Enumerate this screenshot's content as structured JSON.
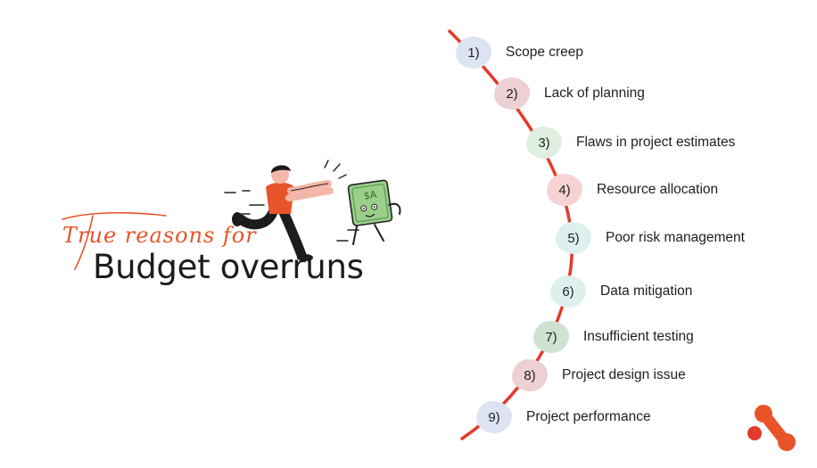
{
  "title": {
    "script_line": "True reasons for",
    "main_line": "Budget overruns"
  },
  "steps": [
    {
      "number": "1)",
      "label": "Scope creep",
      "color": "#dde3f3"
    },
    {
      "number": "2)",
      "label": "Lack of planning",
      "color": "#ecd0d3"
    },
    {
      "number": "3)",
      "label": "Flaws in project estimates",
      "color": "#dff0e1"
    },
    {
      "number": "4)",
      "label": "Resource allocation",
      "color": "#f7d2d2"
    },
    {
      "number": "5)",
      "label": "Poor risk management",
      "color": "#def0ee"
    },
    {
      "number": "6)",
      "label": "Data mitigation",
      "color": "#def0ee"
    },
    {
      "number": "7)",
      "label": "Insufficient testing",
      "color": "#cfe3d3"
    },
    {
      "number": "8)",
      "label": "Project design issue",
      "color": "#ecd0d3"
    },
    {
      "number": "9)",
      "label": "Project performance",
      "color": "#dde3f3"
    }
  ],
  "colors": {
    "timeline": "#e5392b",
    "accent": "#e8542a",
    "dark": "#1c1c1c",
    "money": "#9ad08a"
  },
  "icons": {
    "illustration": "running-person-chasing-money-illustration",
    "logo": "brand-logo-icon"
  }
}
